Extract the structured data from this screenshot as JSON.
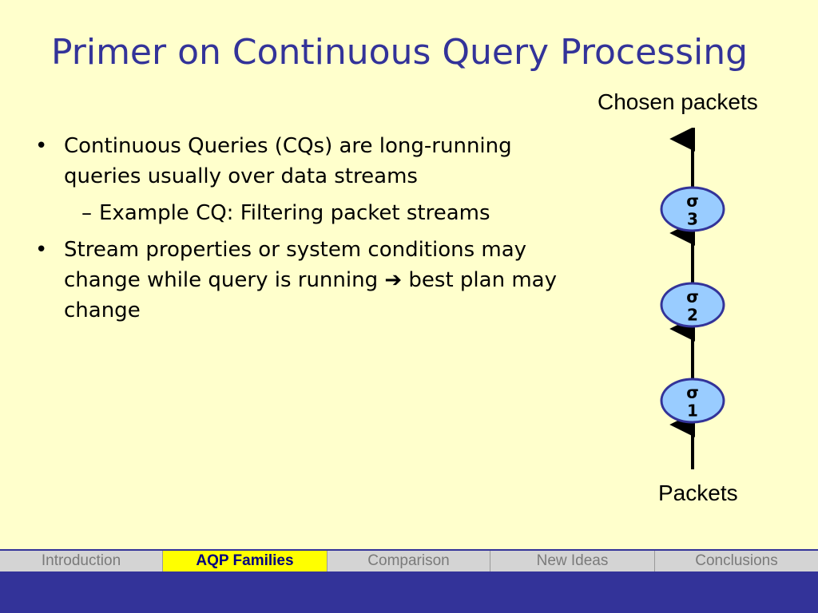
{
  "slide": {
    "title": "Primer on Continuous Query Processing"
  },
  "bullets": [
    {
      "text": "Continuous Queries (CQs) are long-running queries usually over data streams"
    },
    {
      "sub_text": "Example CQ: Filtering packet streams"
    },
    {
      "text_before_arrow": "Stream properties or system conditions may change while query is running",
      "arrow": "➔",
      "text_after_arrow": "best plan may change"
    }
  ],
  "diagram": {
    "top_label": "Chosen packets",
    "bottom_label": "Packets",
    "operators": [
      {
        "symbol": "σ",
        "index": "3"
      },
      {
        "symbol": "σ",
        "index": "2"
      },
      {
        "symbol": "σ",
        "index": "1"
      }
    ]
  },
  "nav": {
    "tabs": [
      "Introduction",
      "AQP Families",
      "Comparison",
      "New Ideas",
      "Conclusions"
    ],
    "active_tab": "AQP Families"
  },
  "colors": {
    "background": "#ffffcc",
    "title": "#333399",
    "operator_fill": "#99ccff",
    "operator_stroke": "#333399",
    "active_tab": "#ffff00",
    "footer": "#333399"
  }
}
